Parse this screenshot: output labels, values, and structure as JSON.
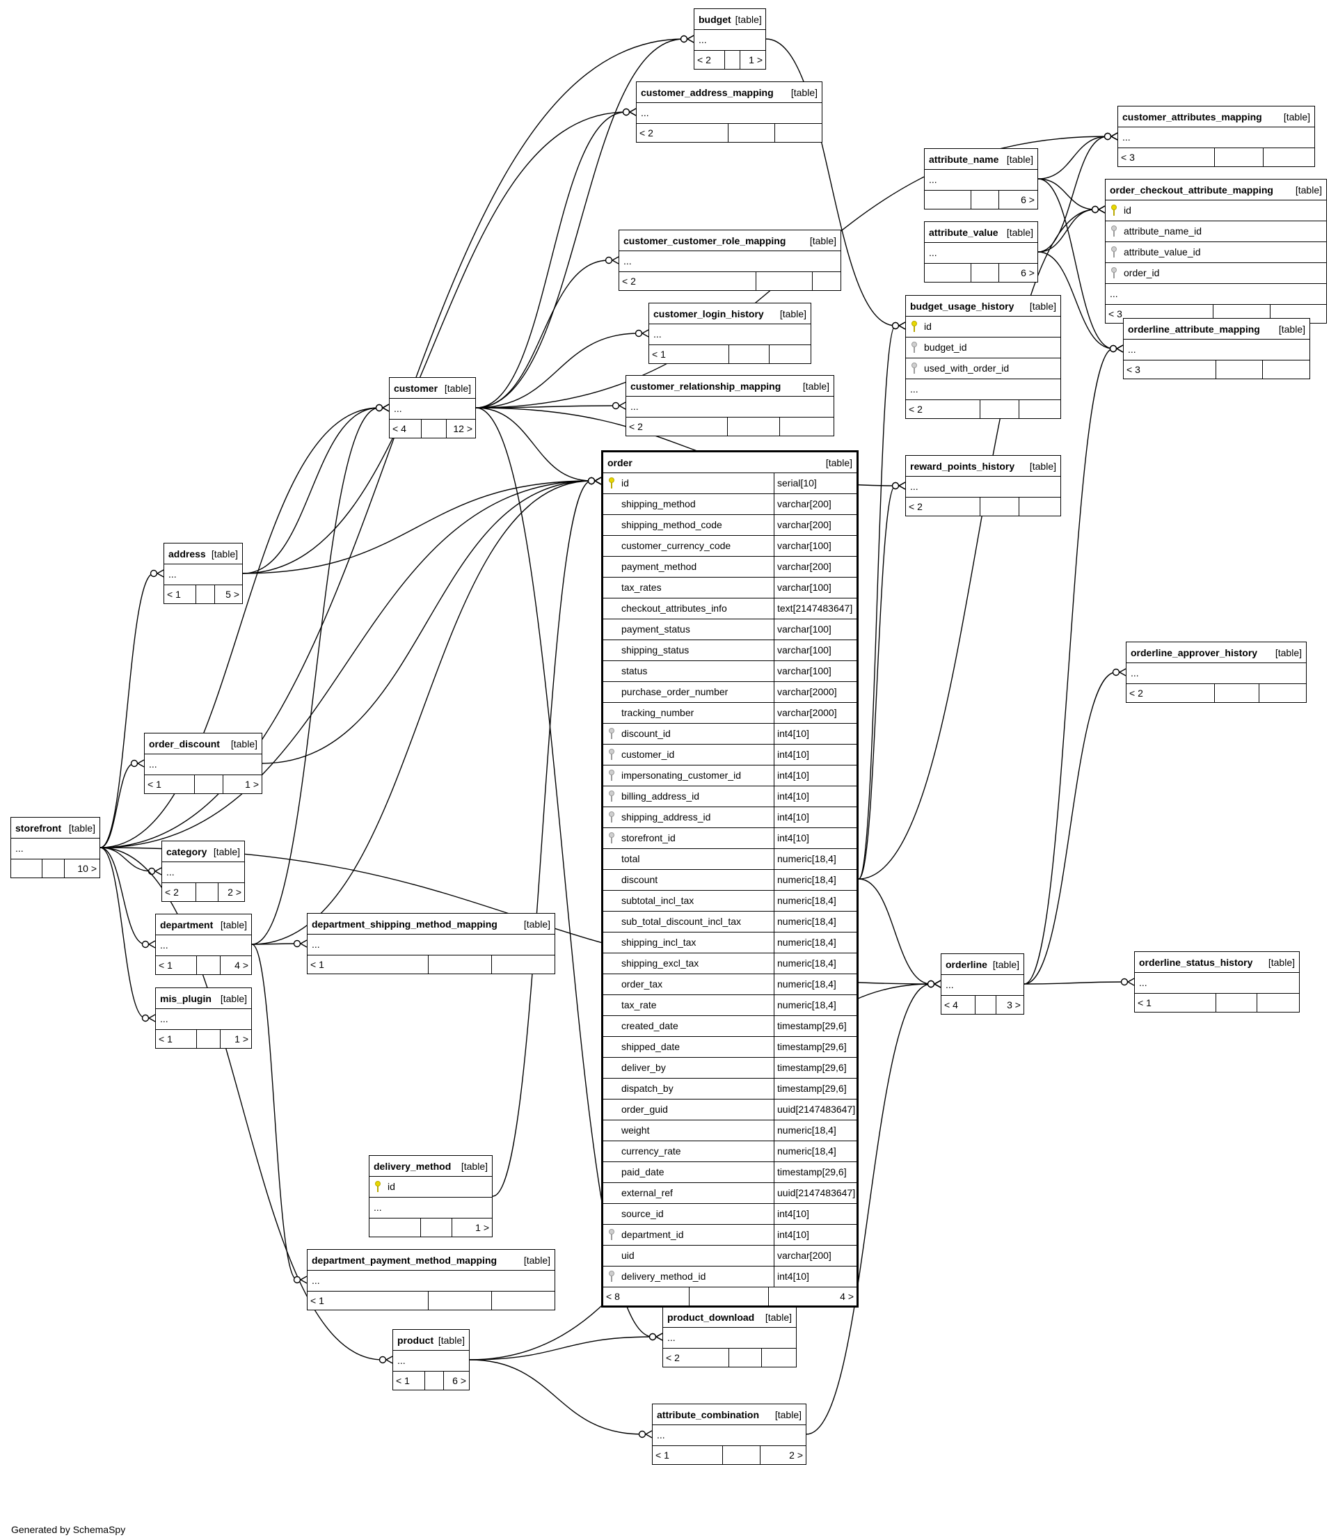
{
  "footer": "Generated by SchemaSpy",
  "table_tag": "[table]",
  "ellipsis": "...",
  "tables": [
    {
      "id": "budget",
      "name": "budget",
      "foot": [
        "< 2",
        "",
        "1 >"
      ]
    },
    {
      "id": "customer_address_mapping",
      "name": "customer_address_mapping",
      "foot": [
        "< 2",
        "",
        ""
      ]
    },
    {
      "id": "customer_attributes_mapping",
      "name": "customer_attributes_mapping",
      "foot": [
        "< 3",
        "",
        ""
      ]
    },
    {
      "id": "attribute_name",
      "name": "attribute_name",
      "foot": [
        "",
        "",
        "6 >"
      ]
    },
    {
      "id": "order_checkout_attribute_mapping",
      "name": "order_checkout_attribute_mapping",
      "foot": [
        "< 3",
        "",
        ""
      ],
      "columns": [
        {
          "name": "id",
          "key": "pk"
        },
        {
          "name": "attribute_name_id",
          "key": "fk"
        },
        {
          "name": "attribute_value_id",
          "key": "fk"
        },
        {
          "name": "order_id",
          "key": "fk"
        }
      ]
    },
    {
      "id": "attribute_value",
      "name": "attribute_value",
      "foot": [
        "",
        "",
        "6 >"
      ]
    },
    {
      "id": "customer_customer_role_mapping",
      "name": "customer_customer_role_mapping",
      "foot": [
        "< 2",
        "",
        ""
      ]
    },
    {
      "id": "budget_usage_history",
      "name": "budget_usage_history",
      "foot": [
        "< 2",
        "",
        ""
      ],
      "columns": [
        {
          "name": "id",
          "key": "pk"
        },
        {
          "name": "budget_id",
          "key": "fk"
        },
        {
          "name": "used_with_order_id",
          "key": "fk"
        }
      ]
    },
    {
      "id": "orderline_attribute_mapping",
      "name": "orderline_attribute_mapping",
      "foot": [
        "< 3",
        "",
        ""
      ]
    },
    {
      "id": "customer_login_history",
      "name": "customer_login_history",
      "foot": [
        "< 1",
        "",
        ""
      ]
    },
    {
      "id": "customer",
      "name": "customer",
      "foot": [
        "< 4",
        "",
        "12 >"
      ]
    },
    {
      "id": "customer_relationship_mapping",
      "name": "customer_relationship_mapping",
      "foot": [
        "< 2",
        "",
        ""
      ]
    },
    {
      "id": "reward_points_history",
      "name": "reward_points_history",
      "foot": [
        "< 2",
        "",
        ""
      ]
    },
    {
      "id": "address",
      "name": "address",
      "foot": [
        "< 1",
        "",
        "5 >"
      ]
    },
    {
      "id": "orderline_approver_history",
      "name": "orderline_approver_history",
      "foot": [
        "< 2",
        "",
        ""
      ]
    },
    {
      "id": "order_discount",
      "name": "order_discount",
      "foot": [
        "< 1",
        "",
        "1 >"
      ]
    },
    {
      "id": "storefront",
      "name": "storefront",
      "foot": [
        "",
        "",
        "10 >"
      ]
    },
    {
      "id": "category",
      "name": "category",
      "foot": [
        "< 2",
        "",
        "2 >"
      ]
    },
    {
      "id": "department",
      "name": "department",
      "foot": [
        "< 1",
        "",
        "4 >"
      ]
    },
    {
      "id": "department_shipping_method_mapping",
      "name": "department_shipping_method_mapping",
      "foot": [
        "< 1",
        "",
        ""
      ]
    },
    {
      "id": "orderline",
      "name": "orderline",
      "foot": [
        "< 4",
        "",
        "3 >"
      ]
    },
    {
      "id": "orderline_status_history",
      "name": "orderline_status_history",
      "foot": [
        "< 1",
        "",
        ""
      ]
    },
    {
      "id": "mis_plugin",
      "name": "mis_plugin",
      "foot": [
        "< 1",
        "",
        "1 >"
      ]
    },
    {
      "id": "delivery_method",
      "name": "delivery_method",
      "foot": [
        "",
        "",
        "1 >"
      ],
      "columns": [
        {
          "name": "id",
          "key": "pk"
        }
      ]
    },
    {
      "id": "department_payment_method_mapping",
      "name": "department_payment_method_mapping",
      "foot": [
        "< 1",
        "",
        ""
      ]
    },
    {
      "id": "product_download",
      "name": "product_download",
      "foot": [
        "< 2",
        "",
        ""
      ]
    },
    {
      "id": "product",
      "name": "product",
      "foot": [
        "< 1",
        "",
        "6 >"
      ]
    },
    {
      "id": "attribute_combination",
      "name": "attribute_combination",
      "foot": [
        "< 1",
        "",
        "2 >"
      ]
    },
    {
      "id": "order",
      "name": "order",
      "foot": [
        "< 8",
        "",
        "4 >"
      ],
      "columns": [
        {
          "name": "id",
          "type": "serial[10]",
          "key": "pk"
        },
        {
          "name": "shipping_method",
          "type": "varchar[200]"
        },
        {
          "name": "shipping_method_code",
          "type": "varchar[200]"
        },
        {
          "name": "customer_currency_code",
          "type": "varchar[100]"
        },
        {
          "name": "payment_method",
          "type": "varchar[200]"
        },
        {
          "name": "tax_rates",
          "type": "varchar[100]"
        },
        {
          "name": "checkout_attributes_info",
          "type": "text[2147483647]"
        },
        {
          "name": "payment_status",
          "type": "varchar[100]"
        },
        {
          "name": "shipping_status",
          "type": "varchar[100]"
        },
        {
          "name": "status",
          "type": "varchar[100]"
        },
        {
          "name": "purchase_order_number",
          "type": "varchar[2000]"
        },
        {
          "name": "tracking_number",
          "type": "varchar[2000]"
        },
        {
          "name": "discount_id",
          "type": "int4[10]",
          "key": "fk"
        },
        {
          "name": "customer_id",
          "type": "int4[10]",
          "key": "fk"
        },
        {
          "name": "impersonating_customer_id",
          "type": "int4[10]",
          "key": "fk"
        },
        {
          "name": "billing_address_id",
          "type": "int4[10]",
          "key": "fk"
        },
        {
          "name": "shipping_address_id",
          "type": "int4[10]",
          "key": "fk"
        },
        {
          "name": "storefront_id",
          "type": "int4[10]",
          "key": "fk"
        },
        {
          "name": "total",
          "type": "numeric[18,4]"
        },
        {
          "name": "discount",
          "type": "numeric[18,4]"
        },
        {
          "name": "subtotal_incl_tax",
          "type": "numeric[18,4]"
        },
        {
          "name": "sub_total_discount_incl_tax",
          "type": "numeric[18,4]"
        },
        {
          "name": "shipping_incl_tax",
          "type": "numeric[18,4]"
        },
        {
          "name": "shipping_excl_tax",
          "type": "numeric[18,4]"
        },
        {
          "name": "order_tax",
          "type": "numeric[18,4]"
        },
        {
          "name": "tax_rate",
          "type": "numeric[18,4]"
        },
        {
          "name": "created_date",
          "type": "timestamp[29,6]"
        },
        {
          "name": "shipped_date",
          "type": "timestamp[29,6]"
        },
        {
          "name": "deliver_by",
          "type": "timestamp[29,6]"
        },
        {
          "name": "dispatch_by",
          "type": "timestamp[29,6]"
        },
        {
          "name": "order_guid",
          "type": "uuid[2147483647]"
        },
        {
          "name": "weight",
          "type": "numeric[18,4]"
        },
        {
          "name": "currency_rate",
          "type": "numeric[18,4]"
        },
        {
          "name": "paid_date",
          "type": "timestamp[29,6]"
        },
        {
          "name": "external_ref",
          "type": "uuid[2147483647]"
        },
        {
          "name": "source_id",
          "type": "int4[10]"
        },
        {
          "name": "department_id",
          "type": "int4[10]",
          "key": "fk"
        },
        {
          "name": "uid",
          "type": "varchar[200]"
        },
        {
          "name": "delivery_method_id",
          "type": "int4[10]",
          "key": "fk"
        }
      ]
    }
  ],
  "relationships": [
    {
      "from": "storefront",
      "to": "budget"
    },
    {
      "from": "address",
      "to": "customer_address_mapping"
    },
    {
      "from": "customer",
      "to": "customer_address_mapping"
    },
    {
      "from": "customer",
      "to": "budget"
    },
    {
      "from": "customer",
      "to": "customer_attributes_mapping"
    },
    {
      "from": "attribute_name",
      "to": "customer_attributes_mapping"
    },
    {
      "from": "attribute_value",
      "to": "customer_attributes_mapping"
    },
    {
      "from": "attribute_name",
      "to": "order_checkout_attribute_mapping"
    },
    {
      "from": "attribute_value",
      "to": "order_checkout_attribute_mapping"
    },
    {
      "from": "order",
      "to": "order_checkout_attribute_mapping"
    },
    {
      "from": "attribute_name",
      "to": "orderline_attribute_mapping"
    },
    {
      "from": "attribute_value",
      "to": "orderline_attribute_mapping"
    },
    {
      "from": "orderline",
      "to": "orderline_attribute_mapping"
    },
    {
      "from": "customer",
      "to": "customer_customer_role_mapping"
    },
    {
      "from": "customer",
      "to": "customer_login_history"
    },
    {
      "from": "customer",
      "to": "customer_relationship_mapping"
    },
    {
      "from": "budget",
      "to": "budget_usage_history"
    },
    {
      "from": "order",
      "to": "budget_usage_history"
    },
    {
      "from": "customer",
      "to": "reward_points_history"
    },
    {
      "from": "order",
      "to": "reward_points_history"
    },
    {
      "from": "storefront",
      "to": "customer"
    },
    {
      "from": "address",
      "to": "customer"
    },
    {
      "from": "department",
      "to": "customer"
    },
    {
      "from": "storefront",
      "to": "address"
    },
    {
      "from": "storefront",
      "to": "order_discount"
    },
    {
      "from": "storefront",
      "to": "category"
    },
    {
      "from": "storefront",
      "to": "department"
    },
    {
      "from": "storefront",
      "to": "mis_plugin"
    },
    {
      "from": "storefront",
      "to": "product"
    },
    {
      "from": "storefront",
      "to": "orderline"
    },
    {
      "from": "department",
      "to": "department_shipping_method_mapping"
    },
    {
      "from": "department",
      "to": "department_payment_method_mapping"
    },
    {
      "from": "order_discount",
      "to": "order"
    },
    {
      "from": "customer",
      "to": "order"
    },
    {
      "from": "address",
      "to": "order"
    },
    {
      "from": "storefront",
      "to": "order"
    },
    {
      "from": "department",
      "to": "order"
    },
    {
      "from": "delivery_method",
      "to": "order"
    },
    {
      "from": "order",
      "to": "orderline"
    },
    {
      "from": "orderline",
      "to": "orderline_approver_history"
    },
    {
      "from": "orderline",
      "to": "orderline_status_history"
    },
    {
      "from": "customer",
      "to": "product_download"
    },
    {
      "from": "product",
      "to": "product_download"
    },
    {
      "from": "product",
      "to": "attribute_combination"
    },
    {
      "from": "product",
      "to": "orderline"
    },
    {
      "from": "attribute_combination",
      "to": "orderline"
    }
  ]
}
